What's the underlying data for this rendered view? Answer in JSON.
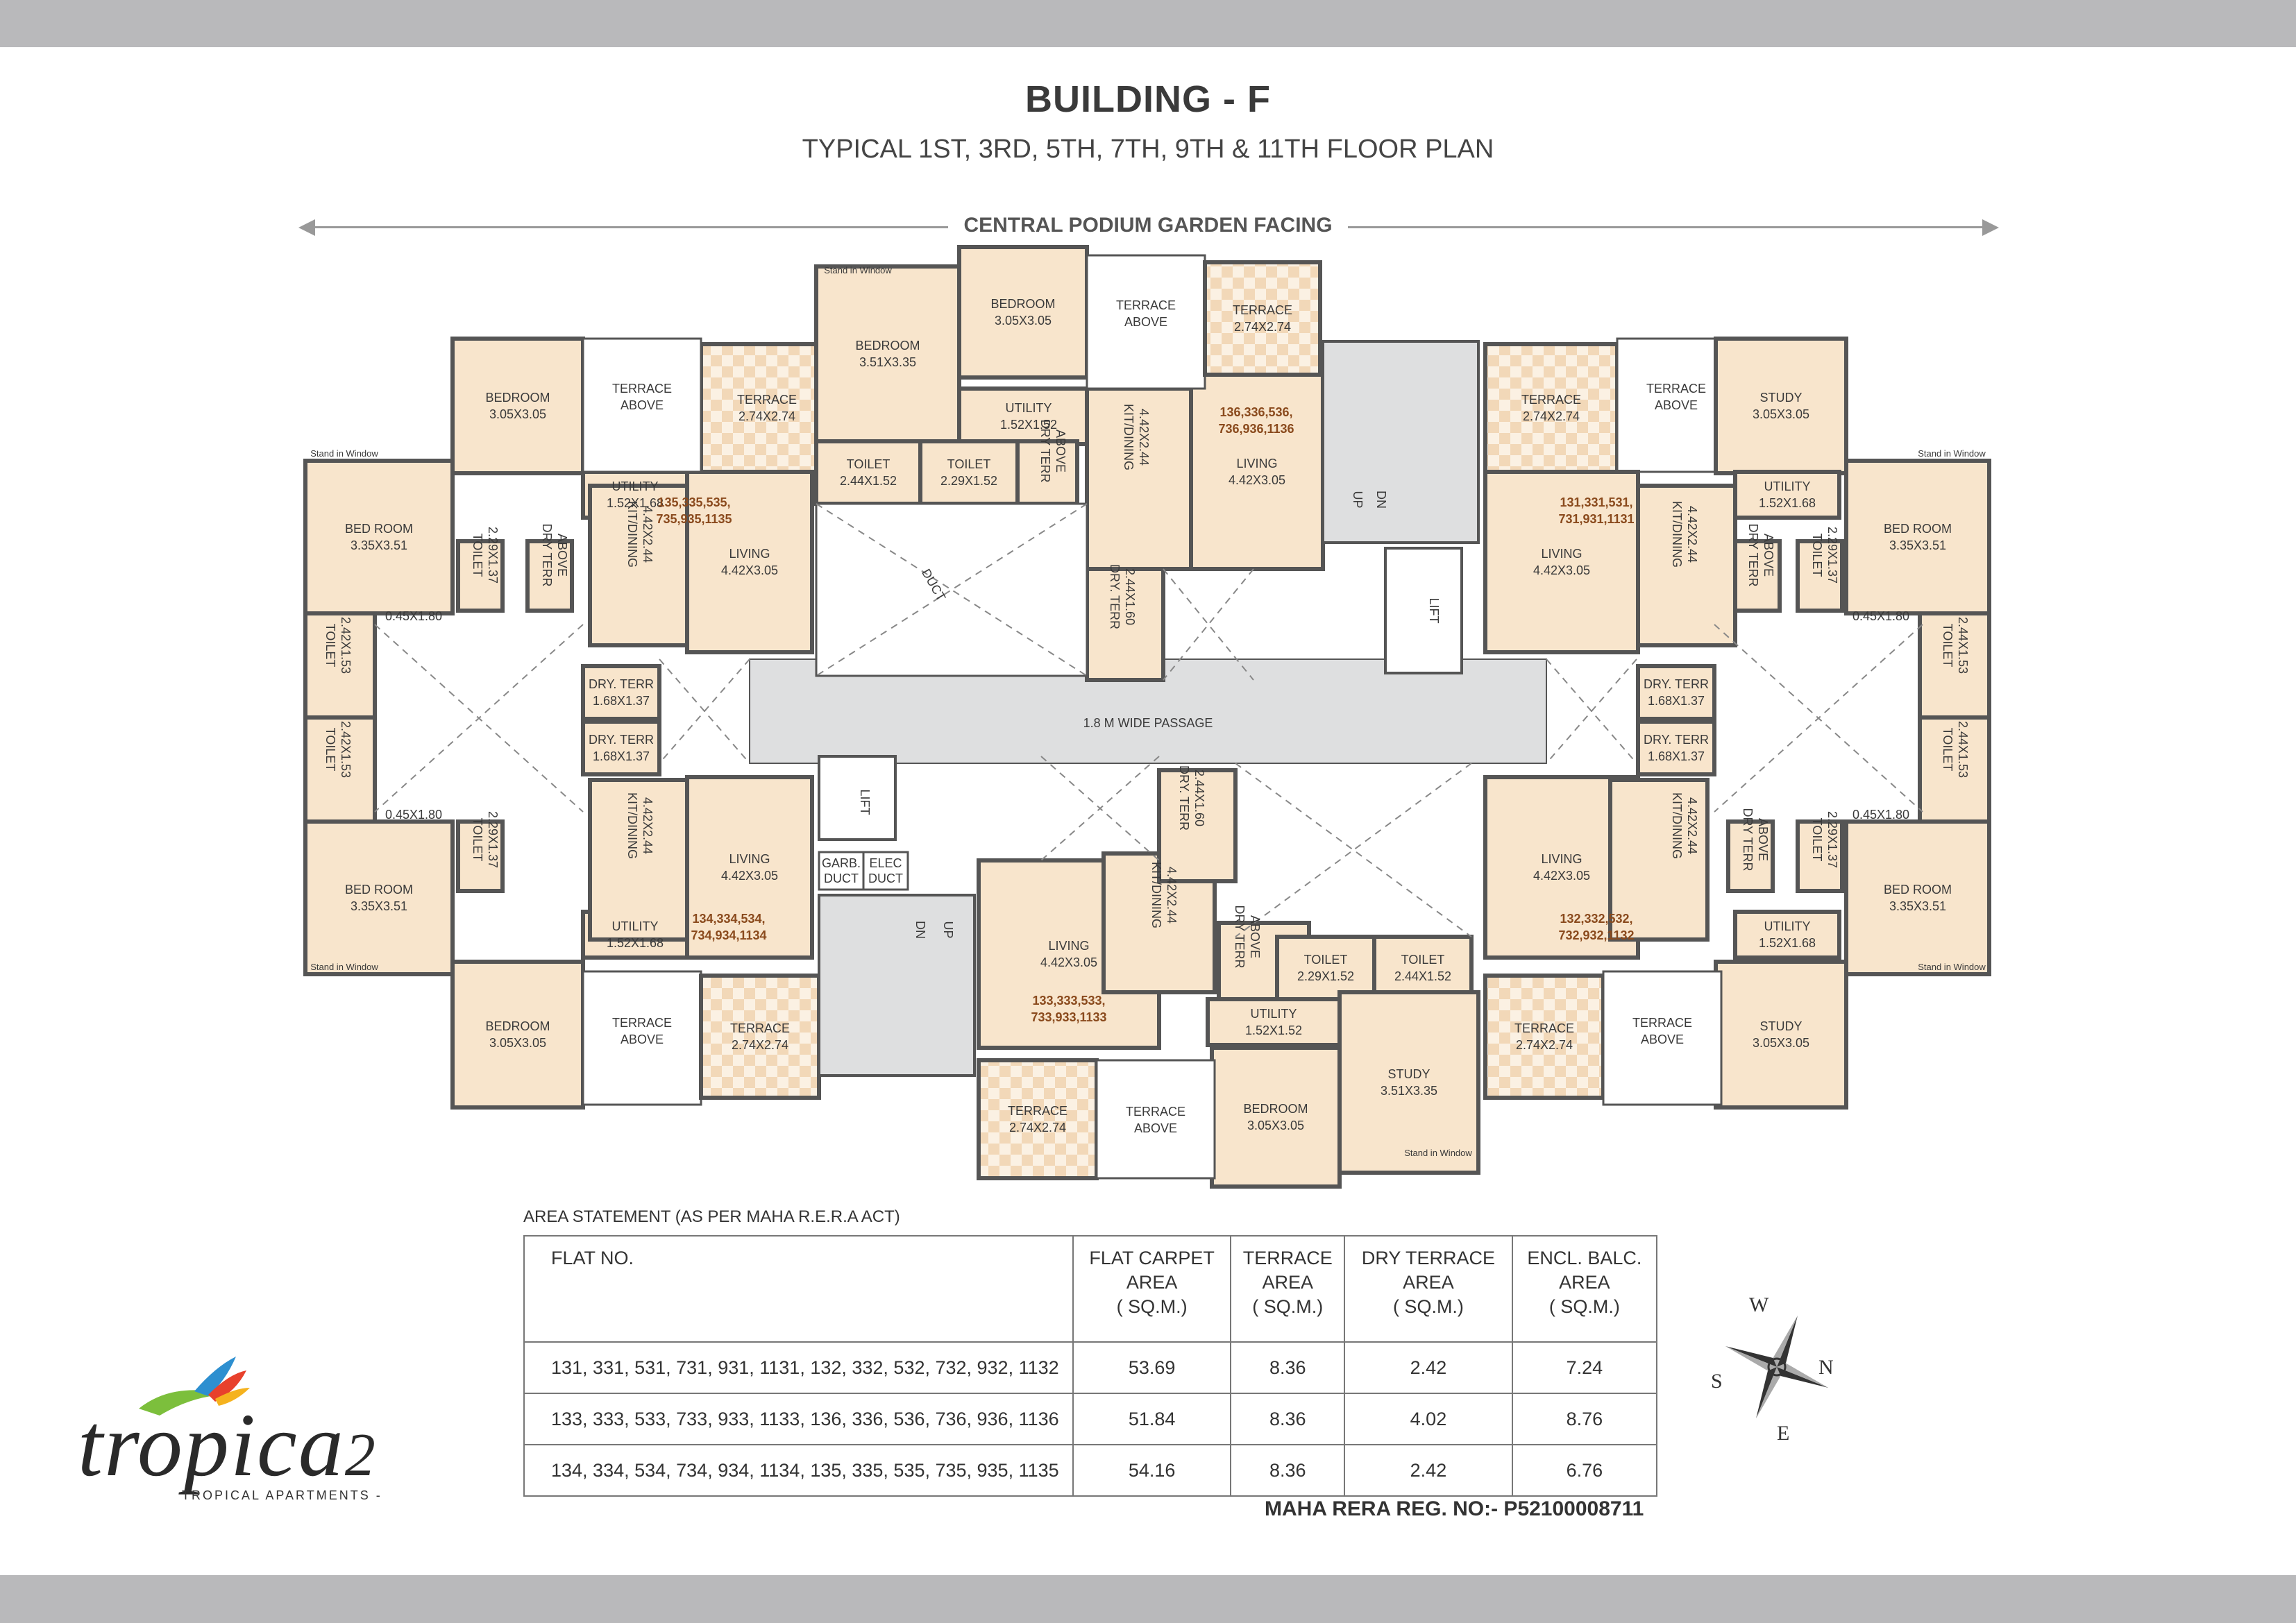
{
  "header": {
    "title": "BUILDING - F",
    "subtitle": "TYPICAL 1ST, 3RD, 5TH, 7TH, 9TH & 11TH FLOOR PLAN",
    "facing": "CENTRAL PODIUM GARDEN FACING"
  },
  "plan": {
    "passage": "1.8 M WIDE PASSAGE",
    "duct": "DUCT",
    "lift": "LIFT",
    "up": "UP",
    "dn": "DN",
    "garb": "GARB.",
    "elec": "ELEC",
    "duct_short": "DUCT",
    "stand_in_window": "Stand in Window",
    "rooms": [
      {
        "label": "BEDROOM",
        "dim": "3.05X3.05"
      },
      {
        "label": "TERRACE",
        "dim": "ABOVE"
      },
      {
        "label": "TERRACE",
        "dim": "2.74X2.74"
      },
      {
        "label": "BED ROOM",
        "dim": "3.35X3.51"
      },
      {
        "label": "UTILITY",
        "dim": "1.52X1.68"
      },
      {
        "label": "TOILET",
        "dim": "2.29X1.37"
      },
      {
        "label": "DRY TERR",
        "dim": "ABOVE"
      },
      {
        "label": "KIT/DINING",
        "dim": "4.42X2.44"
      },
      {
        "label": "LIVING",
        "dim": "4.42X3.05"
      },
      {
        "label": "TOILET",
        "dim": "2.42X1.53"
      },
      {
        "label": "DRY. TERR",
        "dim": "1.68X1.37"
      },
      {
        "label": "BEDROOM",
        "dim": "3.51X3.35"
      },
      {
        "label": "UTILITY",
        "dim": "1.52X1.52"
      },
      {
        "label": "TOILET",
        "dim": "2.44X1.52"
      },
      {
        "label": "TOILET",
        "dim": "2.29X1.52"
      },
      {
        "label": "DRY. TERR",
        "dim": "2.44X1.60"
      },
      {
        "label": "STUDY",
        "dim": "3.05X3.05"
      },
      {
        "label": "STUDY",
        "dim": "3.51X3.35"
      },
      {
        "label": "TOILET",
        "dim": "2.44X1.53"
      },
      {
        "label": "",
        "dim": "0.45X1.80"
      }
    ],
    "flats": {
      "nw": "135,335,535,",
      "nw2": "735,935,1135",
      "nc": "136,336,536,",
      "nc2": "736,936,1136",
      "ne": "131,331,531,",
      "ne2": "731,931,1131",
      "sw": "134,334,534,",
      "sw2": "734,934,1134",
      "sc": "133,333,533,",
      "sc2": "733,933,1133",
      "se": "132,332,532,",
      "se2": "732,932,1132"
    }
  },
  "area_statement": {
    "title": "AREA STATEMENT (AS PER MAHA R.E.R.A  ACT)",
    "headers": [
      {
        "lines": [
          "FLAT NO."
        ]
      },
      {
        "lines": [
          "FLAT CARPET",
          "AREA",
          "( SQ.M.)"
        ]
      },
      {
        "lines": [
          "TERRACE",
          "AREA",
          "( SQ.M.)"
        ]
      },
      {
        "lines": [
          "DRY TERRACE",
          "AREA",
          "( SQ.M.)"
        ]
      },
      {
        "lines": [
          "ENCL. BALC.",
          "AREA",
          "( SQ.M.)"
        ]
      }
    ],
    "rows": [
      {
        "flats": "131, 331, 531, 731, 931, 1131,  132, 332, 532, 732, 932, 1132",
        "carpet": "53.69",
        "terrace": "8.36",
        "dry": "2.42",
        "balc": "7.24"
      },
      {
        "flats": "133, 333, 533, 733, 933, 1133,  136, 336, 536, 736, 936, 1136",
        "carpet": "51.84",
        "terrace": "8.36",
        "dry": "4.02",
        "balc": "8.76"
      },
      {
        "flats": "134, 334, 534, 734, 934, 1134,  135, 335, 535, 735, 935, 1135",
        "carpet": "54.16",
        "terrace": "8.36",
        "dry": "2.42",
        "balc": "6.76"
      }
    ]
  },
  "rera": "MAHA RERA REG. NO:- P52100008711",
  "logo": {
    "word": "tropica",
    "number": "2",
    "tagline": "TROPICAL APARTMENTS -"
  },
  "compass": {
    "n": "N",
    "s": "S",
    "e": "E",
    "w": "W"
  },
  "colors": {
    "room": "#f8e5cc",
    "wall": "#555555",
    "core": "#dedfe0",
    "terrace": "#f4dcc0",
    "band": "#b9b9bb"
  }
}
